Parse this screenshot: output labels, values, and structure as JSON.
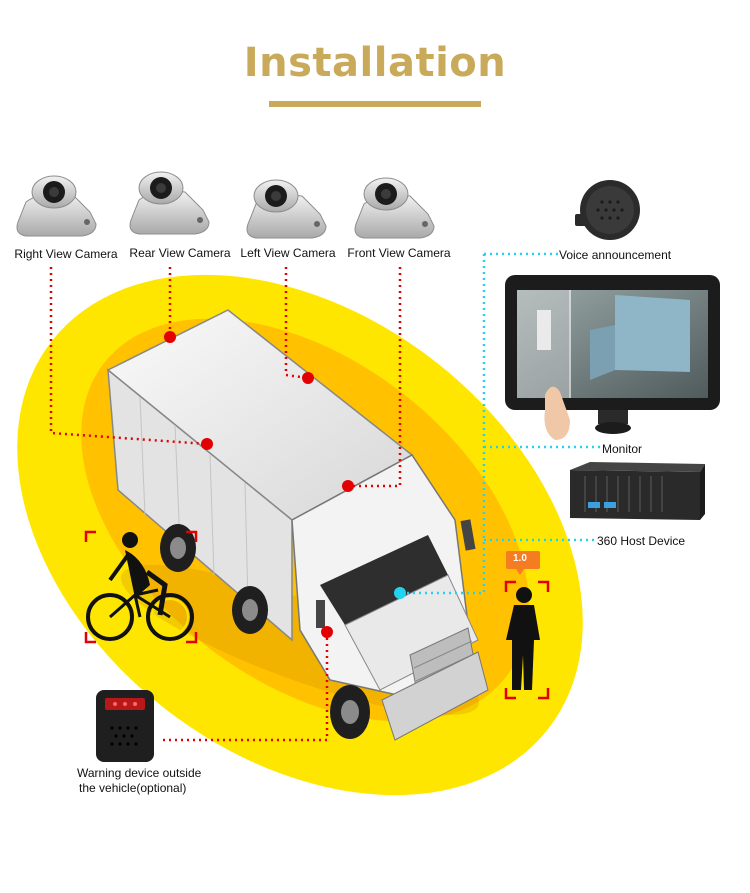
{
  "title": "Installation",
  "cameras": {
    "right": "Right View Camera",
    "rear": "Rear View Camera",
    "left": "Left View Camera",
    "front": "Front View Camera"
  },
  "devices": {
    "voice": "Voice announcement",
    "monitor": "Monitor",
    "host": "360 Host Device"
  },
  "warning": {
    "line1": "Warning device outside",
    "line2": "the vehicle(optional)"
  },
  "alert_badge": "1.0",
  "colors": {
    "title_gold": "#c9a95a",
    "outer_zone": "#ffe600",
    "inner_zone": "#ffc100",
    "red_line": "#e30000",
    "cyan_line": "#22d3f0"
  }
}
